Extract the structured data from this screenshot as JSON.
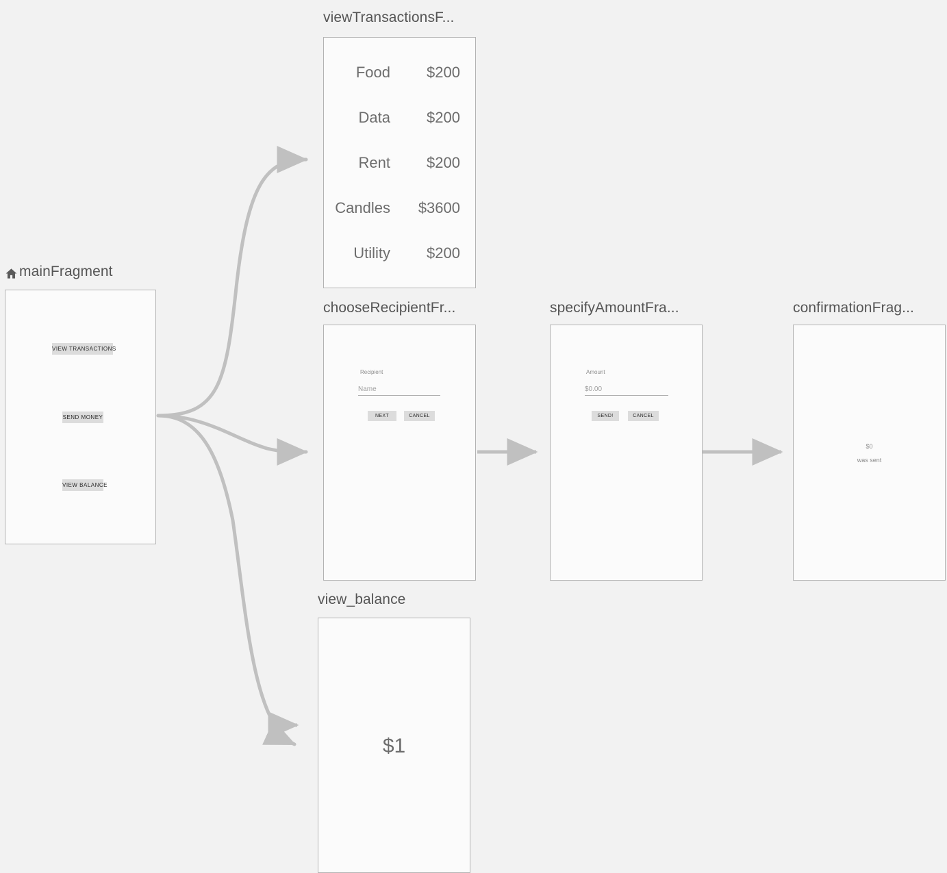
{
  "canvas": {
    "background_color": "#f2f2f2",
    "edge_color": "#c0c0c0",
    "card_background": "#fbfbfb",
    "card_border": "#b3b3b3",
    "label_color": "#555555"
  },
  "nodes": {
    "main_fragment": {
      "label": "mainFragment",
      "icon": "home-icon",
      "is_start_destination": true,
      "buttons": [
        {
          "label": "VIEW TRANSACTIONS"
        },
        {
          "label": "SEND MONEY"
        },
        {
          "label": "VIEW BALANCE"
        }
      ]
    },
    "view_transactions": {
      "label": "viewTransactionsF...",
      "full_label": "viewTransactionsFragment",
      "rows": [
        {
          "name": "Food",
          "amount": "$200"
        },
        {
          "name": "Data",
          "amount": "$200"
        },
        {
          "name": "Rent",
          "amount": "$200"
        },
        {
          "name": "Candles",
          "amount": "$3600"
        },
        {
          "name": "Utility",
          "amount": "$200"
        }
      ]
    },
    "choose_recipient": {
      "label": "chooseRecipientFr...",
      "full_label": "chooseRecipientFragment",
      "field_label": "Recipient",
      "field_placeholder": "Name",
      "primary_button": "NEXT",
      "secondary_button": "CANCEL"
    },
    "specify_amount": {
      "label": "specifyAmountFra...",
      "full_label": "specifyAmountFragment",
      "field_label": "Amount",
      "field_value": "$0.00",
      "primary_button": "SEND!",
      "secondary_button": "CANCEL"
    },
    "confirmation": {
      "label": "confirmationFrag...",
      "full_label": "confirmationFragment",
      "amount": "$0",
      "subtitle": "was sent"
    },
    "view_balance": {
      "label": "view_balance",
      "amount": "$1"
    }
  },
  "edges": [
    {
      "from": "main_fragment",
      "to": "view_transactions"
    },
    {
      "from": "main_fragment",
      "to": "choose_recipient"
    },
    {
      "from": "main_fragment",
      "to": "view_balance"
    },
    {
      "from": "choose_recipient",
      "to": "specify_amount"
    },
    {
      "from": "specify_amount",
      "to": "confirmation"
    }
  ]
}
